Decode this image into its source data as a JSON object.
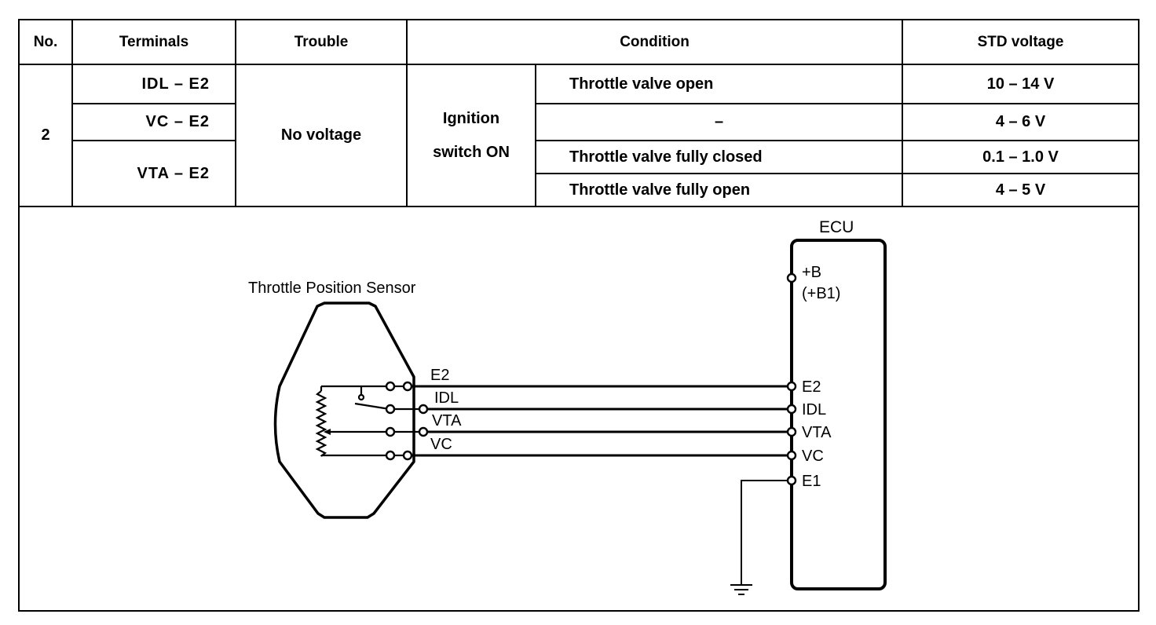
{
  "table": {
    "headers": {
      "no": "No.",
      "terminals": "Terminals",
      "trouble": "Trouble",
      "condition": "Condition",
      "std_voltage": "STD voltage"
    },
    "no": "2",
    "trouble": "No voltage",
    "condition_group_line1": "Ignition",
    "condition_group_line2": "switch ON",
    "terminals": [
      "IDL  –  E2",
      "VC  –  E2",
      "VTA  –  E2"
    ],
    "rows": [
      {
        "condition": "Throttle valve open",
        "voltage": "10 – 14 V"
      },
      {
        "condition": "–",
        "voltage": "4 – 6 V"
      },
      {
        "condition": "Throttle valve fully closed",
        "voltage": "0.1 – 1.0 V"
      },
      {
        "condition": "Throttle valve fully open",
        "voltage": "4 – 5 V"
      }
    ]
  },
  "diagram": {
    "sensor_label": "Throttle Position Sensor",
    "ecu_label": "ECU",
    "ecu_power_line1": "+B",
    "ecu_power_line2": "(+B1)",
    "sensor_terminals": [
      "E2",
      "IDL",
      "VTA",
      "VC"
    ],
    "ecu_terminals": [
      "E2",
      "IDL",
      "VTA",
      "VC",
      "E1"
    ]
  }
}
